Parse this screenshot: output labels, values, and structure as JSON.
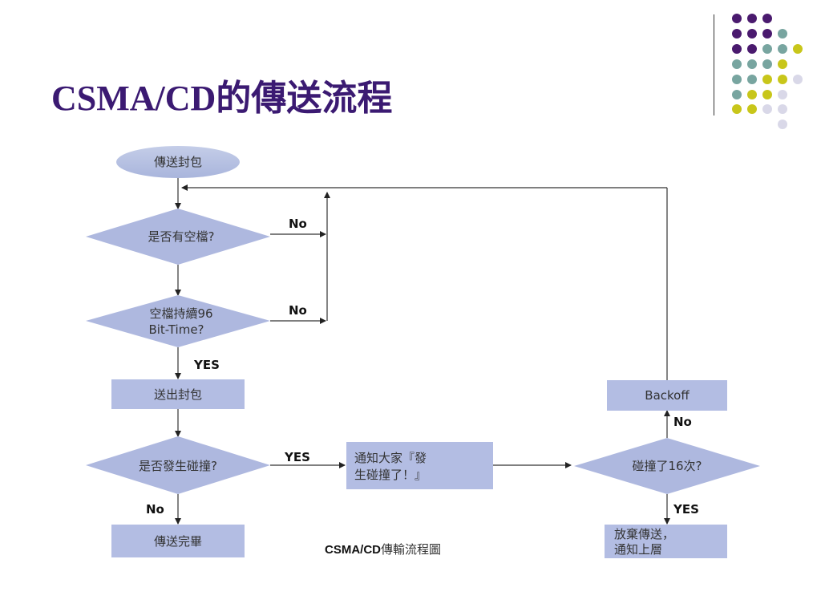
{
  "slide": {
    "title": "CSMA/CD的傳送流程"
  },
  "decor": {
    "dot_colors": {
      "purple": "#4a1a6e",
      "teal": "#78a5a0",
      "yellow": "#c8c61a",
      "lavender": "#d9d8e8"
    }
  },
  "diagram": {
    "nodes": {
      "start": "傳送封包",
      "idle_check": "是否有空檔?",
      "idle_96_line1": "空檔持續96",
      "idle_96_line2": "Bit-Time?",
      "send": "送出封包",
      "collision_check": "是否發生碰撞?",
      "notify_line1": "通知大家『發",
      "notify_line2": "生碰撞了！』",
      "complete": "傳送完畢",
      "backoff": "Backoff",
      "count_check": "碰撞了16次?",
      "abort_line1": "放棄傳送，",
      "abort_line2": "通知上層"
    },
    "edges": {
      "idle_no": "No",
      "idle96_no": "No",
      "idle96_yes": "YES",
      "collision_yes": "YES",
      "collision_no": "No",
      "count_no": "No",
      "count_yes": "YES"
    },
    "caption_bold": "CSMA/CD",
    "caption_rest": "傳輸流程圖"
  }
}
